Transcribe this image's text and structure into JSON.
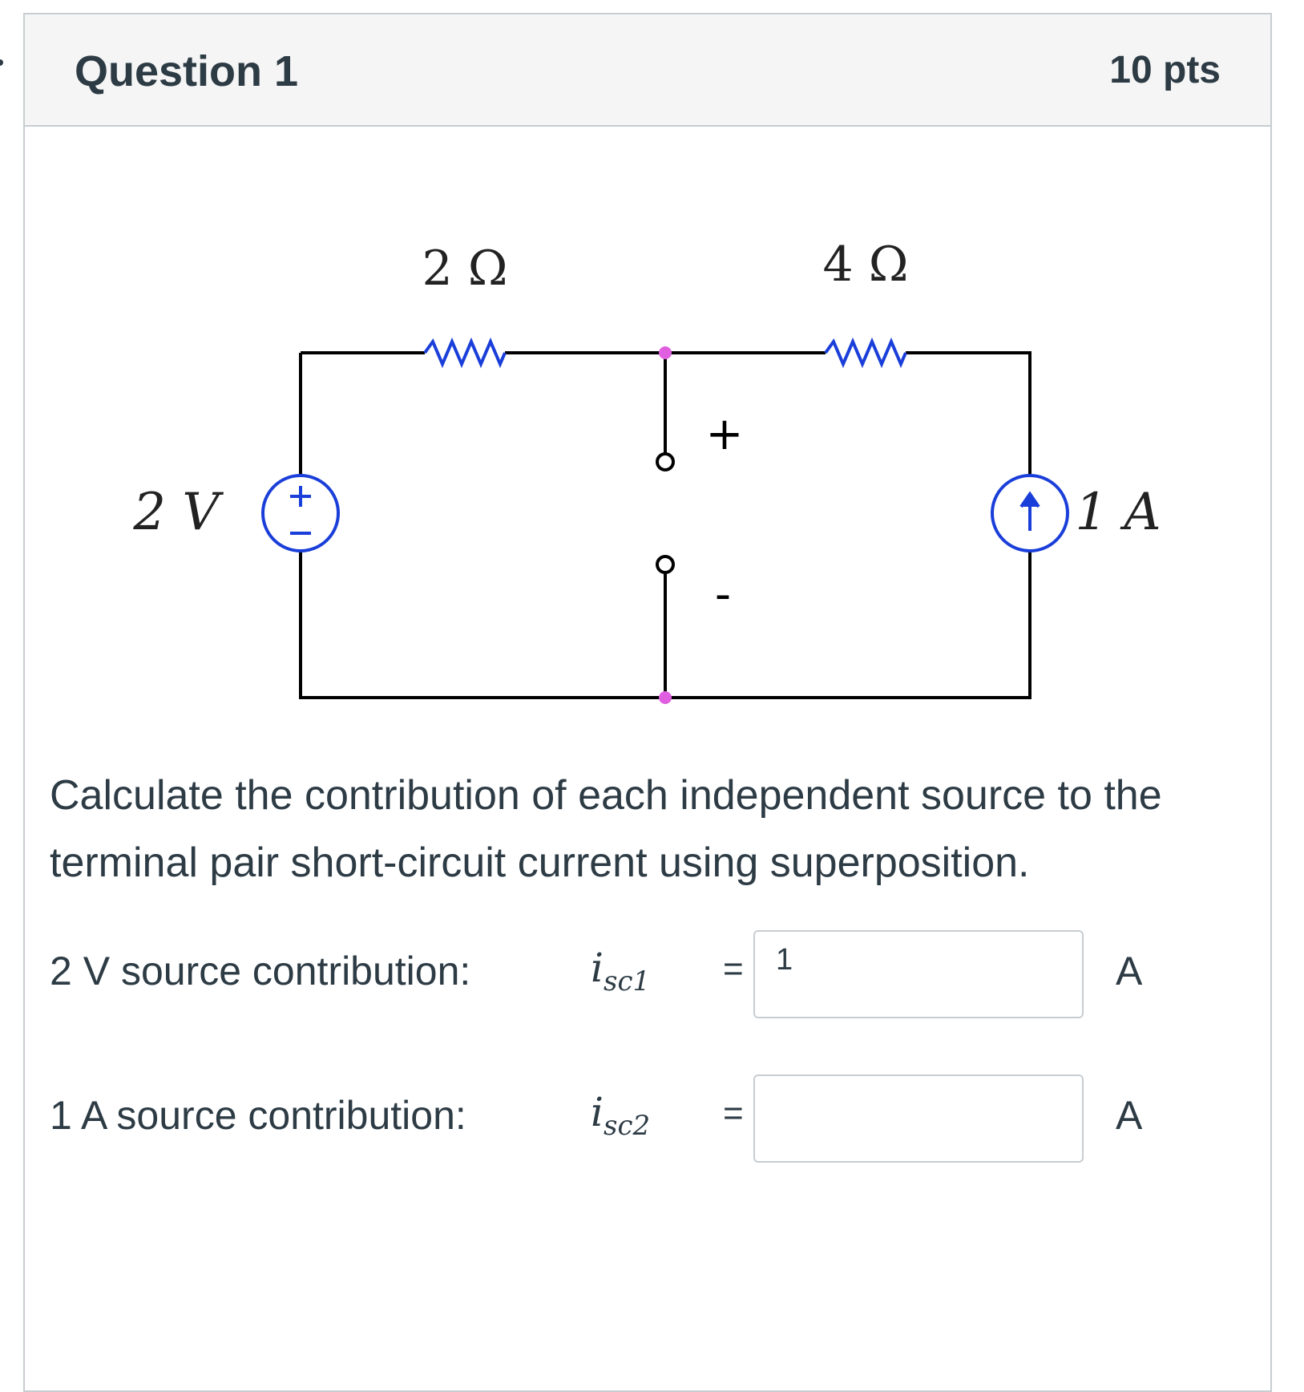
{
  "question": {
    "title": "Question 1",
    "points": "10 pts"
  },
  "circuit": {
    "resistor_left_label": "2 Ω",
    "resistor_right_label": "4 Ω",
    "voltage_source_label": "2 V",
    "current_source_label": "1 A",
    "terminal_plus": "+",
    "terminal_minus": "-"
  },
  "prompt": "Calculate the contribution of each independent source to the terminal pair short-circuit current using superposition.",
  "answers": [
    {
      "label": "2 V source contribution:",
      "var": "i",
      "sub": "sc1",
      "eq": "=",
      "value": "1",
      "unit": "A"
    },
    {
      "label": "1 A source contribution:",
      "var": "i",
      "sub": "sc2",
      "eq": "=",
      "value": "",
      "unit": "A"
    }
  ],
  "colors": {
    "accent": "#1a3ed9",
    "node": "#e05ee0",
    "wire": "#000000",
    "border": "#c7cdd1",
    "header_bg": "#f5f5f5"
  }
}
